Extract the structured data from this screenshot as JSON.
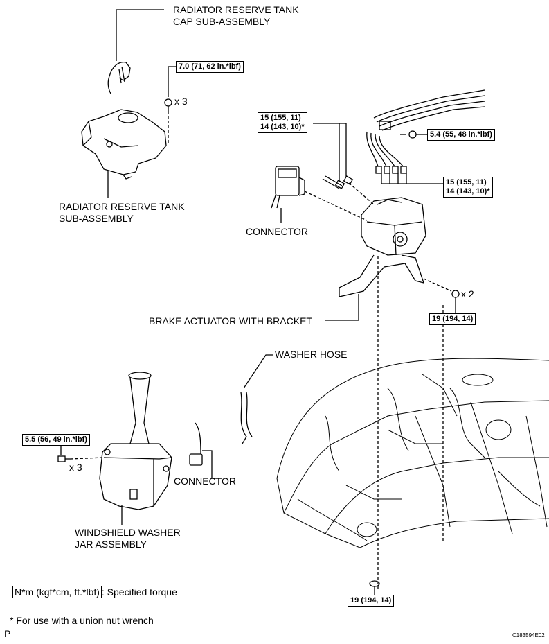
{
  "labels": {
    "radiator_cap_line1": "RADIATOR RESERVE TANK",
    "radiator_cap_line2": "CAP SUB-ASSEMBLY",
    "radiator_tank_line1": "RADIATOR RESERVE TANK",
    "radiator_tank_line2": "SUB-ASSEMBLY",
    "connector_1": "CONNECTOR",
    "brake_actuator": "BRAKE ACTUATOR WITH BRACKET",
    "washer_hose": "WASHER HOSE",
    "connector_2": "CONNECTOR",
    "washer_jar_line1": "WINDSHIELD WASHER",
    "washer_jar_line2": "JAR ASSEMBLY"
  },
  "quantities": {
    "radiator_bolts": "x 3",
    "actuator_bolts": "x 2",
    "washer_bolts": "x 3"
  },
  "torques": {
    "radiator_tank": "7.0 (71, 62 in.*lbf)",
    "connector_nut_a": "15 (155, 11)",
    "connector_nut_b": "14 (143, 10)*",
    "pipe_bolt": "5.4 (55, 48 in.*lbf)",
    "pipe_nut_a": "15 (155, 11)",
    "pipe_nut_b": "14 (143, 10)*",
    "actuator_bracket": "19 (194, 14)",
    "washer_jar": "5.5 (56, 49 in.*lbf)",
    "lower_bolt": "19 (194, 14)"
  },
  "legend": {
    "unit": "N*m (kgf*cm, ft.*lbf)",
    "desc": ": Specified torque",
    "note": "* For use with a union nut wrench"
  },
  "corner_mark": "P",
  "figure_id": "C183594E02"
}
